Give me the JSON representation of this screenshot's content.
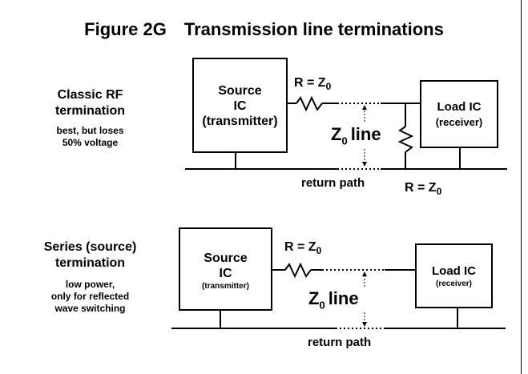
{
  "figure": {
    "number": "Figure 2G",
    "title": "Transmission line terminations"
  },
  "top": {
    "heading_line1": "Classic RF",
    "heading_line2": "termination",
    "note_line1": "best, but loses",
    "note_line2": "50% voltage",
    "source_line1": "Source",
    "source_line2": "IC",
    "source_line3": "(transmitter)",
    "load_line1": "Load IC",
    "load_line2": "(receiver)",
    "series_r_label": "R = Z",
    "series_r_sub": "0",
    "line_label_z": "Z",
    "line_label_sub": "0",
    "line_label_word": "line",
    "return_path": "return path",
    "shunt_r_label": "R = Z",
    "shunt_r_sub": "0"
  },
  "bottom": {
    "heading_line1": "Series (source)",
    "heading_line2": "termination",
    "note_line1": "low power,",
    "note_line2": "only for reflected",
    "note_line3": "wave switching",
    "source_line1": "Source",
    "source_line2": "IC",
    "source_line3": "(transmitter)",
    "load_line1": "Load IC",
    "load_line2": "(receiver)",
    "series_r_label": "R = Z",
    "series_r_sub": "0",
    "line_label_z": "Z",
    "line_label_sub": "0",
    "line_label_word": "line",
    "return_path": "return path"
  }
}
